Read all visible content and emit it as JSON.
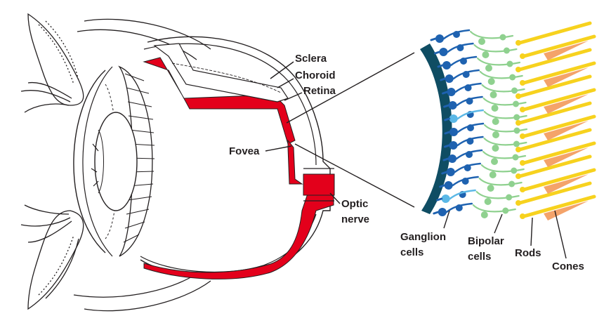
{
  "labels": {
    "sclera": "Sclera",
    "choroid": "Choroid",
    "retina": "Retina",
    "fovea": "Fovea",
    "optic_line1": "Optic",
    "optic_line2": "nerve",
    "ganglion_line1": "Ganglion",
    "ganglion_line2": "cells",
    "bipolar_line1": "Bipolar",
    "bipolar_line2": "cells",
    "rods": "Rods",
    "cones": "Cones"
  },
  "colors": {
    "retina_red": "#e3001b",
    "ganglion_dark": "#1e62b0",
    "ganglion_light": "#5bb8e6",
    "pigment_layer": "#0f4d63",
    "bipolar_green": "#8fd18f",
    "rod_yellow": "#f7d21e",
    "cone_orange": "#f4a36a",
    "ink": "#231f20"
  }
}
